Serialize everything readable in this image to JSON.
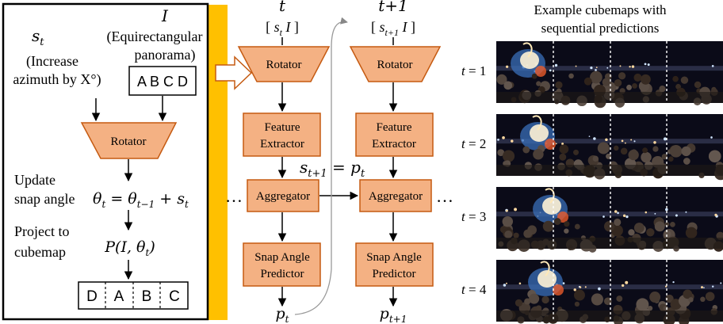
{
  "left_panel": {
    "I_symbol": "I",
    "I_label_1": "(Equirectangular",
    "I_label_2": "panorama)",
    "input_cells": [
      "A",
      "B",
      "C",
      "D"
    ],
    "st_symbol": "s",
    "st_sub": "t",
    "st_label_1": "(Increase",
    "st_label_2": "azimuth by X°)",
    "rotator_label": "Rotator",
    "update_1": "Update",
    "update_2": "snap angle",
    "theta_eq": "θt = θt−1 + st",
    "project_1": "Project to",
    "project_2": "cubemap",
    "project_eq": "P(I, θt)",
    "output_cells": [
      "D",
      "A",
      "B",
      "C"
    ]
  },
  "pipeline": {
    "t_label": "t",
    "t_input": "[ st  I ]",
    "t1_label": "t+1",
    "t1_input": "[ st+1  I ]",
    "rotator": "Rotator",
    "feature_1": "Feature",
    "feature_2": "Extractor",
    "aggregator": "Aggregator",
    "snap_1": "Snap Angle",
    "snap_2": "Predictor",
    "ellipsis": "…",
    "update_eq": "st+1 = pt",
    "out_t": "pt",
    "out_t1": "pt+1"
  },
  "examples": {
    "title_1": "Example cubemaps with",
    "title_2": "sequential predictions",
    "rows": [
      {
        "label": "t = 1"
      },
      {
        "label": "t = 2"
      },
      {
        "label": "t = 3"
      },
      {
        "label": "t = 4"
      }
    ]
  },
  "colors": {
    "box_fill": "#F4B183",
    "box_stroke": "#C55A11",
    "callout": "#FFC000",
    "night_sky": "#0a0a14",
    "crowd": "#2a2420"
  }
}
